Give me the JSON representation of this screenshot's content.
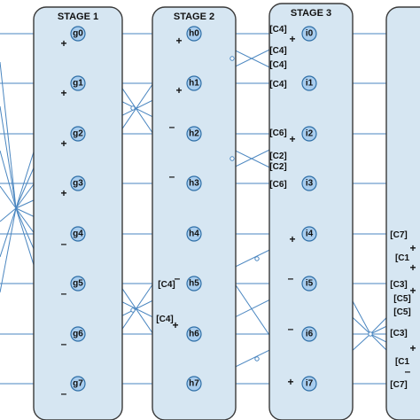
{
  "stages": [
    {
      "id": "s1",
      "title": "STAGE 1",
      "nodes": [
        "g0",
        "g1",
        "g2",
        "g3",
        "g4",
        "g5",
        "g6",
        "g7"
      ]
    },
    {
      "id": "s2",
      "title": "STAGE 2",
      "nodes": [
        "h0",
        "h1",
        "h2",
        "h3",
        "h4",
        "h5",
        "h6",
        "h7"
      ]
    },
    {
      "id": "s3",
      "title": "STAGE 3",
      "nodes": [
        "i0",
        "i1",
        "i2",
        "i3",
        "i4",
        "i5",
        "i6",
        "i7"
      ]
    },
    {
      "id": "s4",
      "title": "",
      "nodes": []
    }
  ],
  "signs": {
    "stage1": [
      "+",
      "+",
      "+",
      "+",
      "–",
      "–",
      "–",
      "–"
    ],
    "stage2": [
      "+",
      "+",
      "–",
      "–",
      "",
      "–",
      "+",
      ""
    ],
    "stage3": [
      "+",
      "",
      "+",
      "",
      "+",
      "–",
      "–",
      "+"
    ],
    "stage4": [
      "+",
      "+",
      "+",
      "+",
      "–"
    ]
  },
  "coefficients": {
    "stage2": [
      "[C4]",
      "[C4]"
    ],
    "stage3": [
      "[C4]",
      "[C4]",
      "[C4]",
      "[C4]",
      "[C6]",
      "[C2]",
      "[C2]",
      "[C6]"
    ],
    "stage4": [
      "[C7]",
      "[C1",
      "[C3]",
      "[C5]",
      "[C5]",
      "[C3]",
      "[C1",
      "[C7]"
    ]
  },
  "colors": {
    "stage_fill": "#d6e6f2",
    "node_fill": "#a9cdee",
    "wire": "#4a86c0"
  }
}
